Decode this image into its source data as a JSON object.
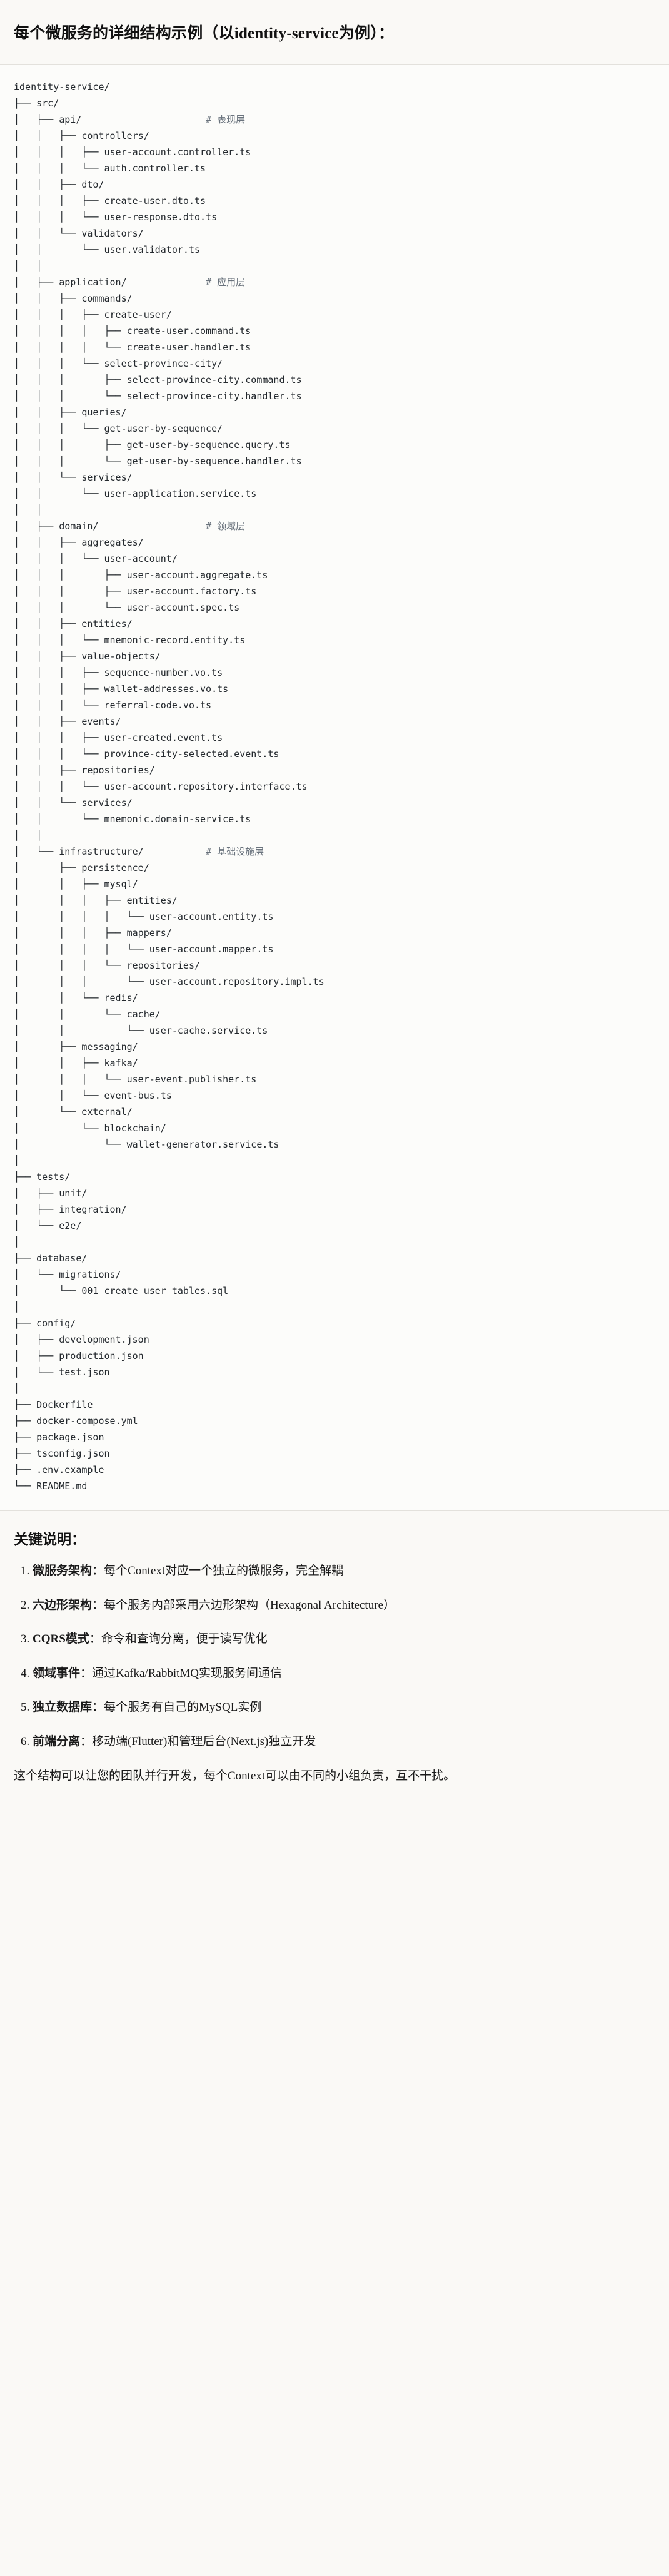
{
  "document": {
    "title": "每个微服务的详细结构示例（以identity-service为例）："
  },
  "tree": {
    "root": "identity-service/",
    "lines": [
      {
        "prefix": "",
        "text": "identity-service/",
        "comment": ""
      },
      {
        "prefix": "├── ",
        "text": "src/",
        "comment": ""
      },
      {
        "prefix": "│   ├── ",
        "text": "api/",
        "comment": "# 表现层"
      },
      {
        "prefix": "│   │   ├── ",
        "text": "controllers/",
        "comment": ""
      },
      {
        "prefix": "│   │   │   ├── ",
        "text": "user-account.controller.ts",
        "comment": ""
      },
      {
        "prefix": "│   │   │   └── ",
        "text": "auth.controller.ts",
        "comment": ""
      },
      {
        "prefix": "│   │   ├── ",
        "text": "dto/",
        "comment": ""
      },
      {
        "prefix": "│   │   │   ├── ",
        "text": "create-user.dto.ts",
        "comment": ""
      },
      {
        "prefix": "│   │   │   └── ",
        "text": "user-response.dto.ts",
        "comment": ""
      },
      {
        "prefix": "│   │   └── ",
        "text": "validators/",
        "comment": ""
      },
      {
        "prefix": "│   │       └── ",
        "text": "user.validator.ts",
        "comment": ""
      },
      {
        "prefix": "│   │",
        "text": "",
        "comment": ""
      },
      {
        "prefix": "│   ├── ",
        "text": "application/",
        "comment": "# 应用层"
      },
      {
        "prefix": "│   │   ├── ",
        "text": "commands/",
        "comment": ""
      },
      {
        "prefix": "│   │   │   ├── ",
        "text": "create-user/",
        "comment": ""
      },
      {
        "prefix": "│   │   │   │   ├── ",
        "text": "create-user.command.ts",
        "comment": ""
      },
      {
        "prefix": "│   │   │   │   └── ",
        "text": "create-user.handler.ts",
        "comment": ""
      },
      {
        "prefix": "│   │   │   └── ",
        "text": "select-province-city/",
        "comment": ""
      },
      {
        "prefix": "│   │   │       ├── ",
        "text": "select-province-city.command.ts",
        "comment": ""
      },
      {
        "prefix": "│   │   │       └── ",
        "text": "select-province-city.handler.ts",
        "comment": ""
      },
      {
        "prefix": "│   │   ├── ",
        "text": "queries/",
        "comment": ""
      },
      {
        "prefix": "│   │   │   └── ",
        "text": "get-user-by-sequence/",
        "comment": ""
      },
      {
        "prefix": "│   │   │       ├── ",
        "text": "get-user-by-sequence.query.ts",
        "comment": ""
      },
      {
        "prefix": "│   │   │       └── ",
        "text": "get-user-by-sequence.handler.ts",
        "comment": ""
      },
      {
        "prefix": "│   │   └── ",
        "text": "services/",
        "comment": ""
      },
      {
        "prefix": "│   │       └── ",
        "text": "user-application.service.ts",
        "comment": ""
      },
      {
        "prefix": "│   │",
        "text": "",
        "comment": ""
      },
      {
        "prefix": "│   ├── ",
        "text": "domain/",
        "comment": "# 领域层"
      },
      {
        "prefix": "│   │   ├── ",
        "text": "aggregates/",
        "comment": ""
      },
      {
        "prefix": "│   │   │   └── ",
        "text": "user-account/",
        "comment": ""
      },
      {
        "prefix": "│   │   │       ├── ",
        "text": "user-account.aggregate.ts",
        "comment": ""
      },
      {
        "prefix": "│   │   │       ├── ",
        "text": "user-account.factory.ts",
        "comment": ""
      },
      {
        "prefix": "│   │   │       └── ",
        "text": "user-account.spec.ts",
        "comment": ""
      },
      {
        "prefix": "│   │   ├── ",
        "text": "entities/",
        "comment": ""
      },
      {
        "prefix": "│   │   │   └── ",
        "text": "mnemonic-record.entity.ts",
        "comment": ""
      },
      {
        "prefix": "│   │   ├── ",
        "text": "value-objects/",
        "comment": ""
      },
      {
        "prefix": "│   │   │   ├── ",
        "text": "sequence-number.vo.ts",
        "comment": ""
      },
      {
        "prefix": "│   │   │   ├── ",
        "text": "wallet-addresses.vo.ts",
        "comment": ""
      },
      {
        "prefix": "│   │   │   └── ",
        "text": "referral-code.vo.ts",
        "comment": ""
      },
      {
        "prefix": "│   │   ├── ",
        "text": "events/",
        "comment": ""
      },
      {
        "prefix": "│   │   │   ├── ",
        "text": "user-created.event.ts",
        "comment": ""
      },
      {
        "prefix": "│   │   │   └── ",
        "text": "province-city-selected.event.ts",
        "comment": ""
      },
      {
        "prefix": "│   │   ├── ",
        "text": "repositories/",
        "comment": ""
      },
      {
        "prefix": "│   │   │   └── ",
        "text": "user-account.repository.interface.ts",
        "comment": ""
      },
      {
        "prefix": "│   │   └── ",
        "text": "services/",
        "comment": ""
      },
      {
        "prefix": "│   │       └── ",
        "text": "mnemonic.domain-service.ts",
        "comment": ""
      },
      {
        "prefix": "│   │",
        "text": "",
        "comment": ""
      },
      {
        "prefix": "│   └── ",
        "text": "infrastructure/",
        "comment": "# 基础设施层"
      },
      {
        "prefix": "│       ├── ",
        "text": "persistence/",
        "comment": ""
      },
      {
        "prefix": "│       │   ├── ",
        "text": "mysql/",
        "comment": ""
      },
      {
        "prefix": "│       │   │   ├── ",
        "text": "entities/",
        "comment": ""
      },
      {
        "prefix": "│       │   │   │   └── ",
        "text": "user-account.entity.ts",
        "comment": ""
      },
      {
        "prefix": "│       │   │   ├── ",
        "text": "mappers/",
        "comment": ""
      },
      {
        "prefix": "│       │   │   │   └── ",
        "text": "user-account.mapper.ts",
        "comment": ""
      },
      {
        "prefix": "│       │   │   └── ",
        "text": "repositories/",
        "comment": ""
      },
      {
        "prefix": "│       │   │       └── ",
        "text": "user-account.repository.impl.ts",
        "comment": ""
      },
      {
        "prefix": "│       │   └── ",
        "text": "redis/",
        "comment": ""
      },
      {
        "prefix": "│       │       └── ",
        "text": "cache/",
        "comment": ""
      },
      {
        "prefix": "│       │           └── ",
        "text": "user-cache.service.ts",
        "comment": ""
      },
      {
        "prefix": "│       ├── ",
        "text": "messaging/",
        "comment": ""
      },
      {
        "prefix": "│       │   ├── ",
        "text": "kafka/",
        "comment": ""
      },
      {
        "prefix": "│       │   │   └── ",
        "text": "user-event.publisher.ts",
        "comment": ""
      },
      {
        "prefix": "│       │   └── ",
        "text": "event-bus.ts",
        "comment": ""
      },
      {
        "prefix": "│       └── ",
        "text": "external/",
        "comment": ""
      },
      {
        "prefix": "│           └── ",
        "text": "blockchain/",
        "comment": ""
      },
      {
        "prefix": "│               └── ",
        "text": "wallet-generator.service.ts",
        "comment": ""
      },
      {
        "prefix": "│",
        "text": "",
        "comment": ""
      },
      {
        "prefix": "├── ",
        "text": "tests/",
        "comment": ""
      },
      {
        "prefix": "│   ├── ",
        "text": "unit/",
        "comment": ""
      },
      {
        "prefix": "│   ├── ",
        "text": "integration/",
        "comment": ""
      },
      {
        "prefix": "│   └── ",
        "text": "e2e/",
        "comment": ""
      },
      {
        "prefix": "│",
        "text": "",
        "comment": ""
      },
      {
        "prefix": "├── ",
        "text": "database/",
        "comment": ""
      },
      {
        "prefix": "│   └── ",
        "text": "migrations/",
        "comment": ""
      },
      {
        "prefix": "│       └── ",
        "text": "001_create_user_tables.sql",
        "comment": ""
      },
      {
        "prefix": "│",
        "text": "",
        "comment": ""
      },
      {
        "prefix": "├── ",
        "text": "config/",
        "comment": ""
      },
      {
        "prefix": "│   ├── ",
        "text": "development.json",
        "comment": ""
      },
      {
        "prefix": "│   ├── ",
        "text": "production.json",
        "comment": ""
      },
      {
        "prefix": "│   └── ",
        "text": "test.json",
        "comment": ""
      },
      {
        "prefix": "│",
        "text": "",
        "comment": ""
      },
      {
        "prefix": "├── ",
        "text": "Dockerfile",
        "comment": ""
      },
      {
        "prefix": "├── ",
        "text": "docker-compose.yml",
        "comment": ""
      },
      {
        "prefix": "├── ",
        "text": "package.json",
        "comment": ""
      },
      {
        "prefix": "├── ",
        "text": "tsconfig.json",
        "comment": ""
      },
      {
        "prefix": "├── ",
        "text": ".env.example",
        "comment": ""
      },
      {
        "prefix": "└── ",
        "text": "README.md",
        "comment": ""
      }
    ],
    "comment_column": 34
  },
  "notes": {
    "heading": "关键说明：",
    "items": [
      {
        "term": "微服务架构",
        "sep": "：",
        "desc": "每个Context对应一个独立的微服务，完全解耦"
      },
      {
        "term": "六边形架构",
        "sep": "：",
        "desc": "每个服务内部采用六边形架构（Hexagonal Architecture）"
      },
      {
        "term": "CQRS模式",
        "sep": "：",
        "desc": "命令和查询分离，便于读写优化"
      },
      {
        "term": "领域事件",
        "sep": "：",
        "desc": "通过Kafka/RabbitMQ实现服务间通信"
      },
      {
        "term": "独立数据库",
        "sep": "：",
        "desc": "每个服务有自己的MySQL实例"
      },
      {
        "term": "前端分离",
        "sep": "：",
        "desc": "移动端(Flutter)和管理后台(Next.js)独立开发"
      }
    ],
    "closing": "这个结构可以让您的团队并行开发，每个Context可以由不同的小组负责，互不干扰。"
  }
}
